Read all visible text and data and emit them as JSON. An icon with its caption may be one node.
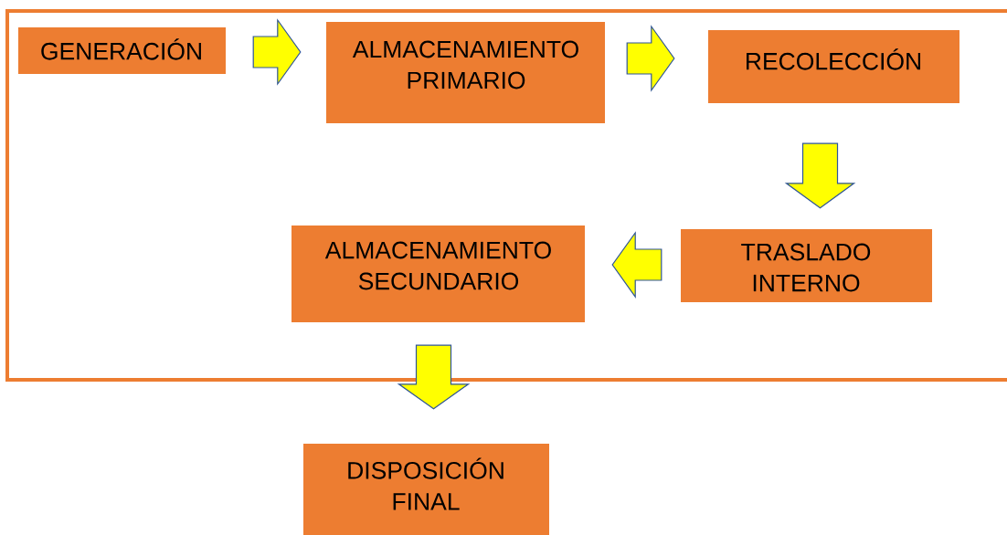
{
  "diagram": {
    "nodes": [
      {
        "text": [
          "GENERACIÓN"
        ]
      },
      {
        "text": [
          "ALMACENAMIENTO PRIMARIO"
        ]
      },
      {
        "text": [
          "RECOLECCIÓN"
        ]
      },
      {
        "text": [
          "TRASLADO INTERNO"
        ]
      },
      {
        "text": [
          "ALMACENAMIENTO SECUNDARIO"
        ]
      },
      {
        "text": [
          "DISPOSICIÓN FINAL"
        ]
      }
    ],
    "edges": [
      {
        "from": 0,
        "to": 1,
        "arrow": "to"
      },
      {
        "from": 1,
        "to": 2,
        "arrow": "to"
      },
      {
        "from": 2,
        "to": 3,
        "arrow": "to"
      },
      {
        "from": 3,
        "to": 4,
        "arrow": "to"
      },
      {
        "from": 4,
        "to": 5,
        "arrow": "to"
      }
    ]
  }
}
